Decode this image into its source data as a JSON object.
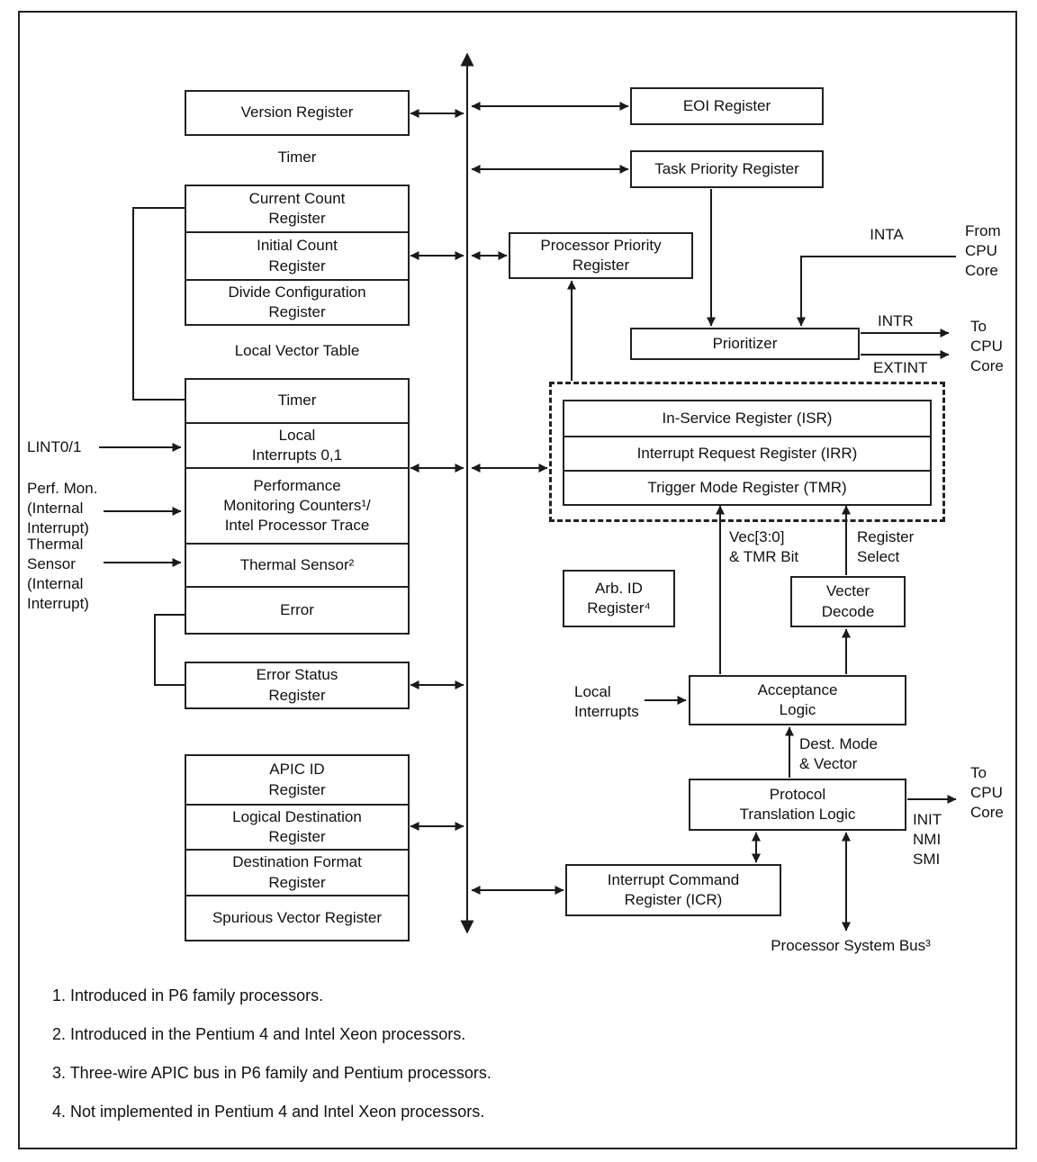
{
  "diagram": {
    "left": {
      "version_register": "Version Register",
      "timer_heading": "Timer",
      "timer_rows": [
        "Current Count\nRegister",
        "Initial Count\nRegister",
        "Divide Configuration\nRegister"
      ],
      "lvt_heading": "Local Vector Table",
      "lvt_rows": [
        "Timer",
        "Local\nInterrupts 0,1",
        "Performance\nMonitoring Counters¹/\nIntel Processor Trace",
        "Thermal Sensor²",
        "Error"
      ],
      "error_status_register": "Error Status\nRegister",
      "id_rows": [
        "APIC ID\nRegister",
        "Logical Destination\nRegister",
        "Destination Format\nRegister",
        "Spurious Vector Register"
      ],
      "inputs": {
        "lint": "LINT0/1",
        "perf_mon": "Perf. Mon.\n(Internal\nInterrupt)",
        "thermal": "Thermal\nSensor\n(Internal\nInterrupt)"
      }
    },
    "right": {
      "eoi_register": "EOI Register",
      "task_priority_register": "Task Priority Register",
      "processor_priority_register": "Processor Priority\nRegister",
      "prioritizer": "Prioritizer",
      "isr_rows": [
        "In-Service Register (ISR)",
        "Interrupt Request Register (IRR)",
        "Trigger Mode Register (TMR)"
      ],
      "arb_id_register": "Arb. ID\nRegister⁴",
      "vector_decode": "Vecter\nDecode",
      "acceptance_logic": "Acceptance\nLogic",
      "protocol_translation_logic": "Protocol\nTranslation Logic",
      "interrupt_command_register": "Interrupt Command\nRegister (ICR)",
      "labels": {
        "inta": "INTA",
        "from_cpu_core": "From\nCPU\nCore",
        "intr": "INTR",
        "extint": "EXTINT",
        "to_cpu_core_top": "To\nCPU\nCore",
        "vec_tmr": "Vec[3:0]\n& TMR Bit",
        "register_select": "Register\nSelect",
        "local_interrupts": "Local\nInterrupts",
        "dest_mode_vector": "Dest. Mode\n& Vector",
        "to_cpu_core_bottom": "To\nCPU\nCore",
        "init_nmi_smi": "INIT\nNMI\nSMI",
        "processor_system_bus": "Processor System Bus³"
      }
    },
    "footnotes": [
      "1. Introduced in P6 family processors.",
      "2. Introduced in the Pentium 4 and Intel Xeon processors.",
      "3. Three-wire APIC bus in P6 family and Pentium processors.",
      "4. Not implemented in Pentium 4 and Intel Xeon processors."
    ]
  }
}
